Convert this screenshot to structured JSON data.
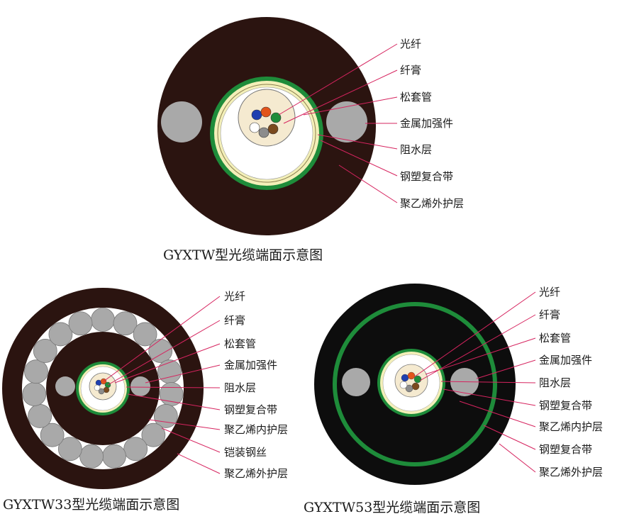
{
  "colors": {
    "sheath": "#2b1410",
    "sheath_black": "#0d0d0d",
    "armor_tape": "#1e8c3a",
    "water_block": "#f3efb8",
    "gel": "#ffffff",
    "tube": "#f5ead0",
    "strength": "#a9a9a9",
    "leader": "#d6245f"
  },
  "diagrams": [
    {
      "id": "gyxtw",
      "caption": "GYXTW型光缆端面示意图",
      "labels": [
        "光纤",
        "纤膏",
        "松套管",
        "金属加强件",
        "阻水层",
        "钢塑复合带",
        "聚乙烯外护层"
      ]
    },
    {
      "id": "gyxtw33",
      "caption": "GYXTW33型光缆端面示意图",
      "labels": [
        "光纤",
        "纤膏",
        "松套管",
        "金属加强件",
        "阻水层",
        "钢塑复合带",
        "聚乙烯内护层",
        "铠装钢丝",
        "聚乙烯外护层"
      ]
    },
    {
      "id": "gyxtw53",
      "caption": "GYXTW53型光缆端面示意图",
      "labels": [
        "光纤",
        "纤膏",
        "松套管",
        "金属加强件",
        "阻水层",
        "钢塑复合带",
        "聚乙烯内护层",
        "钢塑复合带",
        "聚乙烯外护层"
      ]
    }
  ],
  "fiber_colors": [
    "#1f3fb0",
    "#e2541b",
    "#1e8c3a",
    "#7a4a1e",
    "#8c8c8c",
    "#ffffff"
  ]
}
